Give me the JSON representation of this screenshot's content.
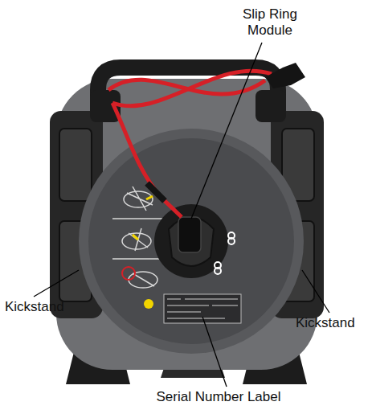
{
  "diagram": {
    "labels": [
      "Slip Ring Module",
      "Kickstand",
      "Kickstand",
      "Serial Number Label"
    ]
  }
}
